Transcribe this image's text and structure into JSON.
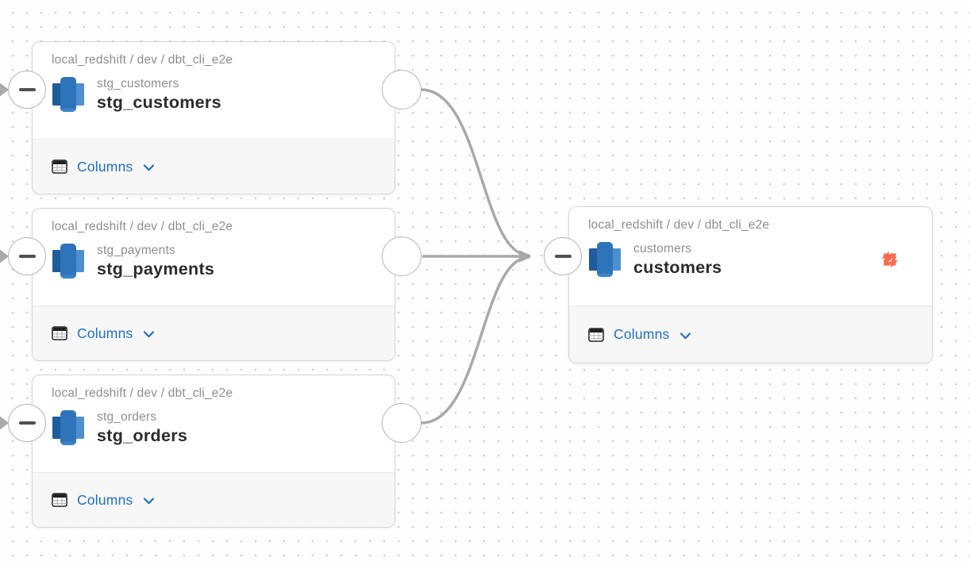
{
  "canvas": {
    "type": "lineage-graph",
    "background": "dotted-grid"
  },
  "colors": {
    "accent_blue": "#1e6fc8",
    "dbt_orange": "#ff6a4c",
    "redshift_blue_dark": "#1f5c9d",
    "redshift_blue_mid": "#2e74ba",
    "redshift_blue_light": "#4d90d1",
    "edge_gray": "#a9a9a9",
    "handle_border_gray": "#b3b3b3",
    "node_border_gray": "#d6d6d6",
    "title_dark": "#2b2b2b",
    "muted_gray": "#8d8d8d",
    "footer_gray": "#f7f7f7"
  },
  "icons": {
    "redshift": "redshift-icon (blue 3-bar database glyph)",
    "dbt": "dbt-icon (orange four-lobe star with crescent)",
    "table": "table-icon (grid/spreadsheet glyph)",
    "chevron_down": "chevron-down-icon",
    "minus": "minus-icon (collapse handle)"
  },
  "nodes": [
    {
      "id": "stg_customers",
      "breadcrumb": "local_redshift / dev / dbt_cli_e2e",
      "subtitle": "stg_customers",
      "title": "stg_customers",
      "columns_label": "Columns"
    },
    {
      "id": "stg_payments",
      "breadcrumb": "local_redshift / dev / dbt_cli_e2e",
      "subtitle": "stg_payments",
      "title": "stg_payments",
      "columns_label": "Columns"
    },
    {
      "id": "stg_orders",
      "breadcrumb": "local_redshift / dev / dbt_cli_e2e",
      "subtitle": "stg_orders",
      "title": "stg_orders",
      "columns_label": "Columns"
    },
    {
      "id": "customers",
      "breadcrumb": "local_redshift / dev / dbt_cli_e2e",
      "subtitle": "customers",
      "title": "customers",
      "columns_label": "Columns"
    }
  ],
  "edges": [
    {
      "from": "stg_customers",
      "to": "customers"
    },
    {
      "from": "stg_payments",
      "to": "customers"
    },
    {
      "from": "stg_orders",
      "to": "customers"
    },
    {
      "from": "offscreen-upstream",
      "to": "stg_customers"
    },
    {
      "from": "offscreen-upstream",
      "to": "stg_payments"
    },
    {
      "from": "offscreen-upstream",
      "to": "stg_orders"
    }
  ]
}
